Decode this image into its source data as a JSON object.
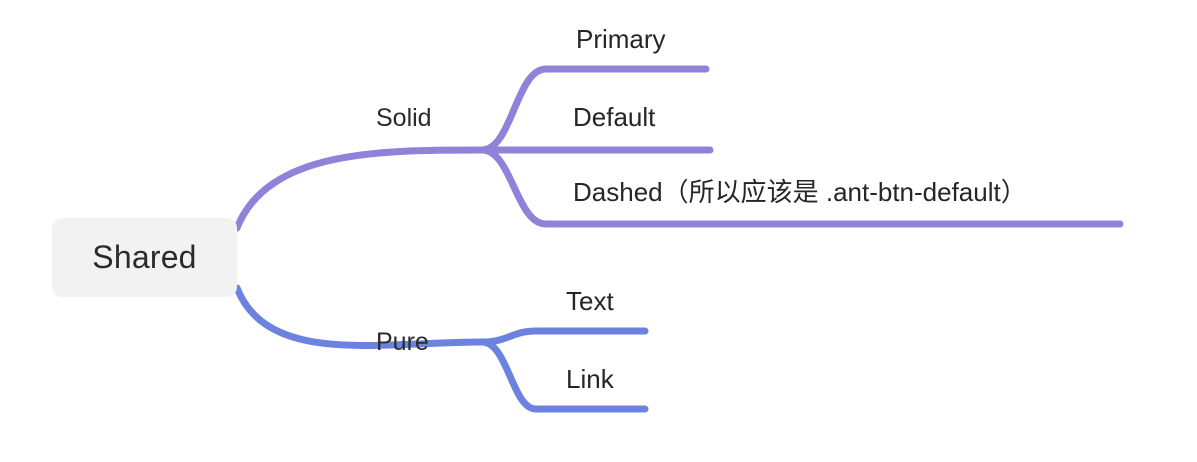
{
  "diagram": {
    "type": "mind-map",
    "orientation": "left-to-right",
    "background_color": "#ffffff",
    "root": {
      "label": "Shared",
      "fill_color": "#f2f2f2",
      "text_color": "#2b2b2b"
    },
    "branches": [
      {
        "label": "Solid",
        "color": "#9181d9",
        "children": [
          {
            "label": "Primary"
          },
          {
            "label": "Default"
          },
          {
            "label": "Dashed（所以应该是 .ant-btn-default）"
          }
        ]
      },
      {
        "label": "Pure",
        "color": "#6b82de",
        "children": [
          {
            "label": "Text"
          },
          {
            "label": "Link"
          }
        ]
      }
    ]
  }
}
